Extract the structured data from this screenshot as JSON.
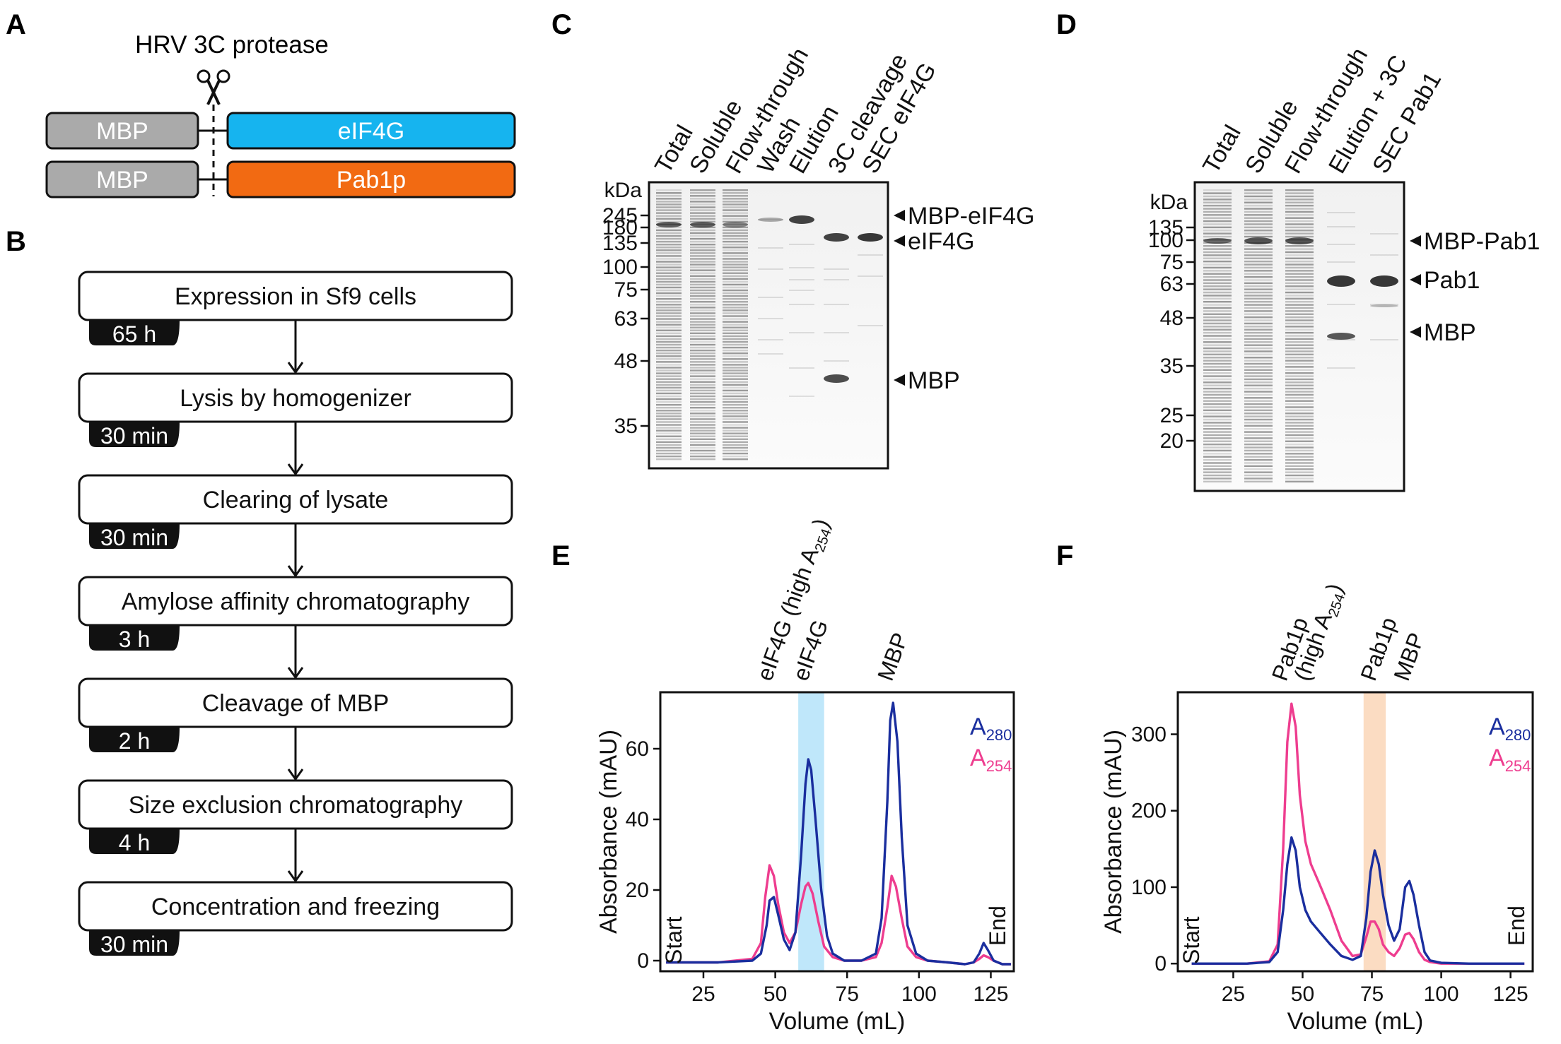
{
  "panels": {
    "A": {
      "letter": "A",
      "protease_label": "HRV 3C protease",
      "constructs": [
        {
          "tag": "MBP",
          "protein": "eIF4G",
          "tag_color": "#aaaaaa",
          "protein_color": "#16b4ef"
        },
        {
          "tag": "MBP",
          "protein": "Pab1p",
          "tag_color": "#aaaaaa",
          "protein_color": "#f26a12"
        }
      ]
    },
    "B": {
      "letter": "B",
      "steps": [
        {
          "label": "Expression in Sf9 cells",
          "duration": "65 h"
        },
        {
          "label": "Lysis by homogenizer",
          "duration": "30 min"
        },
        {
          "label": "Clearing of lysate",
          "duration": "30 min"
        },
        {
          "label": "Amylose affinity chromatography",
          "duration": "3 h"
        },
        {
          "label": "Cleavage of MBP",
          "duration": "2 h"
        },
        {
          "label": "Size exclusion chromatography",
          "duration": "4 h"
        },
        {
          "label": "Concentration and freezing",
          "duration": "30 min"
        }
      ]
    },
    "C": {
      "letter": "C",
      "kda_label": "kDa",
      "lanes": [
        "Total",
        "Soluble",
        "Flow-through",
        "Wash",
        "Elution",
        "3C cleavage",
        "SEC eIF4G"
      ],
      "markers": [
        "245",
        "180",
        "135",
        "100",
        "75",
        "63",
        "48",
        "35"
      ],
      "annotations": [
        "MBP-eIF4G",
        "eIF4G",
        "MBP"
      ]
    },
    "D": {
      "letter": "D",
      "kda_label": "kDa",
      "lanes": [
        "Total",
        "Soluble",
        "Flow-through",
        "Elution + 3C",
        "SEC Pab1"
      ],
      "markers": [
        "135",
        "100",
        "75",
        "63",
        "48",
        "35",
        "25",
        "20"
      ],
      "annotations": [
        "MBP-Pab1",
        "Pab1",
        "MBP"
      ]
    },
    "E": {
      "letter": "E",
      "peak_labels": [
        "eIF4G (high A",
        "eIF4G",
        "MBP"
      ],
      "peak_label_sub": "254",
      "start_label": "Start",
      "end_label": "End",
      "legend": [
        {
          "main": "A",
          "sub": "280",
          "color": "#1a2e9e"
        },
        {
          "main": "A",
          "sub": "254",
          "color": "#ee3d8f"
        }
      ],
      "highlight_color": "#bfe7fa"
    },
    "F": {
      "letter": "F",
      "peak_labels": [
        "Pab1p",
        "(high A",
        "Pab1p",
        "MBP"
      ],
      "peak_label_sub": "254",
      "start_label": "Start",
      "end_label": "End",
      "legend": [
        {
          "main": "A",
          "sub": "280",
          "color": "#1a2e9e"
        },
        {
          "main": "A",
          "sub": "254",
          "color": "#ee3d8f"
        }
      ],
      "highlight_color": "#fbdcc2"
    }
  },
  "chart_data": [
    {
      "type": "line",
      "panel": "E",
      "xlabel": "Volume (mL)",
      "ylabel": "Absorbance (mAU)",
      "xlim": [
        10,
        133
      ],
      "ylim": [
        -3,
        76
      ],
      "xticks": [
        25,
        50,
        75,
        100,
        125
      ],
      "yticks": [
        0,
        20,
        40,
        60
      ],
      "highlight_range": [
        58,
        67
      ],
      "series": [
        {
          "name": "A280",
          "color": "#1a2e9e",
          "x": [
            12,
            30,
            42,
            45,
            47,
            48,
            49.5,
            51,
            53,
            55,
            57,
            59,
            60.5,
            61.5,
            62.5,
            64,
            66,
            68,
            70,
            74,
            80,
            85,
            87,
            89,
            90,
            91,
            92.5,
            94,
            96,
            99,
            103,
            110,
            116,
            119,
            121,
            122.5,
            124,
            126,
            129,
            132
          ],
          "y": [
            -0.5,
            -0.5,
            0,
            2,
            10,
            17,
            18,
            13,
            6,
            3,
            8,
            30,
            50,
            57,
            54,
            40,
            20,
            7,
            2,
            0,
            0,
            2,
            12,
            45,
            68,
            73,
            62,
            35,
            10,
            2,
            0,
            -0.5,
            -1,
            -0.5,
            2,
            5,
            3,
            0,
            -1,
            -1
          ]
        },
        {
          "name": "A254",
          "color": "#ee3d8f",
          "x": [
            12,
            30,
            42,
            45,
            46.5,
            48,
            49.5,
            51,
            53,
            55,
            57,
            59,
            60.5,
            61.5,
            63,
            65,
            67,
            70,
            74,
            80,
            85,
            87,
            89,
            90.5,
            92,
            94,
            96,
            99,
            103,
            110,
            116,
            119,
            121,
            122.5,
            124,
            126,
            129,
            132
          ],
          "y": [
            -0.5,
            -0.5,
            0.5,
            5,
            18,
            27,
            24,
            16,
            8,
            5,
            8,
            16,
            21,
            22,
            19,
            11,
            4,
            1,
            0,
            0,
            1,
            5,
            15,
            24,
            21,
            12,
            4,
            1,
            0,
            -0.5,
            -1,
            -0.5,
            0.5,
            1.5,
            1,
            0,
            -1,
            -1
          ]
        }
      ]
    },
    {
      "type": "line",
      "panel": "F",
      "xlabel": "Volume (mL)",
      "ylabel": "Absorbance (mAU)",
      "xlim": [
        5,
        133
      ],
      "ylim": [
        -10,
        355
      ],
      "xticks": [
        25,
        50,
        75,
        100,
        125
      ],
      "yticks": [
        0,
        100,
        200,
        300
      ],
      "highlight_range": [
        72,
        80
      ],
      "series": [
        {
          "name": "A280",
          "color": "#1a2e9e",
          "x": [
            10,
            30,
            38,
            41,
            43,
            44.5,
            46,
            47.5,
            49,
            51,
            53,
            56,
            60,
            64,
            68,
            71,
            73,
            74.5,
            76,
            77.5,
            79,
            81,
            83,
            85,
            87,
            88.5,
            90,
            92,
            94,
            96,
            100,
            110,
            120,
            130
          ],
          "y": [
            0,
            0,
            2,
            15,
            70,
            130,
            165,
            148,
            100,
            70,
            55,
            42,
            25,
            10,
            5,
            10,
            60,
            120,
            148,
            130,
            90,
            50,
            30,
            45,
            100,
            108,
            90,
            50,
            15,
            4,
            1,
            0,
            0,
            0
          ]
        },
        {
          "name": "A254",
          "color": "#ee3d8f",
          "x": [
            10,
            30,
            38,
            41,
            43,
            44.5,
            46,
            47.5,
            49,
            51,
            53,
            56,
            60,
            64,
            68,
            71,
            73,
            74.5,
            76,
            77.5,
            79,
            81,
            83,
            85,
            87,
            88.5,
            90,
            92,
            94,
            96,
            100,
            110,
            120,
            130
          ],
          "y": [
            0,
            0,
            3,
            25,
            150,
            290,
            340,
            310,
            220,
            160,
            130,
            105,
            70,
            30,
            10,
            12,
            35,
            55,
            55,
            45,
            25,
            15,
            10,
            20,
            38,
            40,
            32,
            15,
            5,
            2,
            0,
            0,
            0,
            0
          ]
        }
      ]
    }
  ]
}
